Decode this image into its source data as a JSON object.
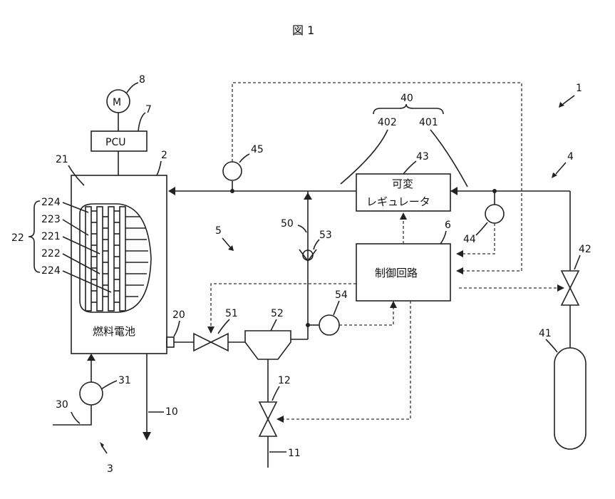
{
  "title": "図 1",
  "blocks": {
    "pcu": "PCU",
    "motor": "M",
    "fuel_cell": "燃料電池",
    "variable_regulator_line1": "可変",
    "variable_regulator_line2": "レギュレータ",
    "control_circuit": "制御回路"
  },
  "refs": {
    "system": "1",
    "fuel_cell": "2",
    "air_supply": "3",
    "hydrogen_supply": "4",
    "circulation": "5",
    "control": "6",
    "pcu": "7",
    "motor": "8",
    "exhaust": "10",
    "drain_out": "11",
    "drain_valve": "12",
    "outlet": "20",
    "stack": "21",
    "cell": "22",
    "layer_221": "221",
    "layer_222": "222",
    "layer_223": "223",
    "layer_224a": "224",
    "layer_224b": "224",
    "air_pipe": "30",
    "pump": "31",
    "regulator_group": "40",
    "tank": "41",
    "valve42": "42",
    "regulator": "43",
    "sensor44": "44",
    "sensor45": "45",
    "pipe50": "50",
    "valve51": "51",
    "separator": "52",
    "check53": "53",
    "sensor54": "54",
    "reg402": "402",
    "reg401": "401"
  }
}
